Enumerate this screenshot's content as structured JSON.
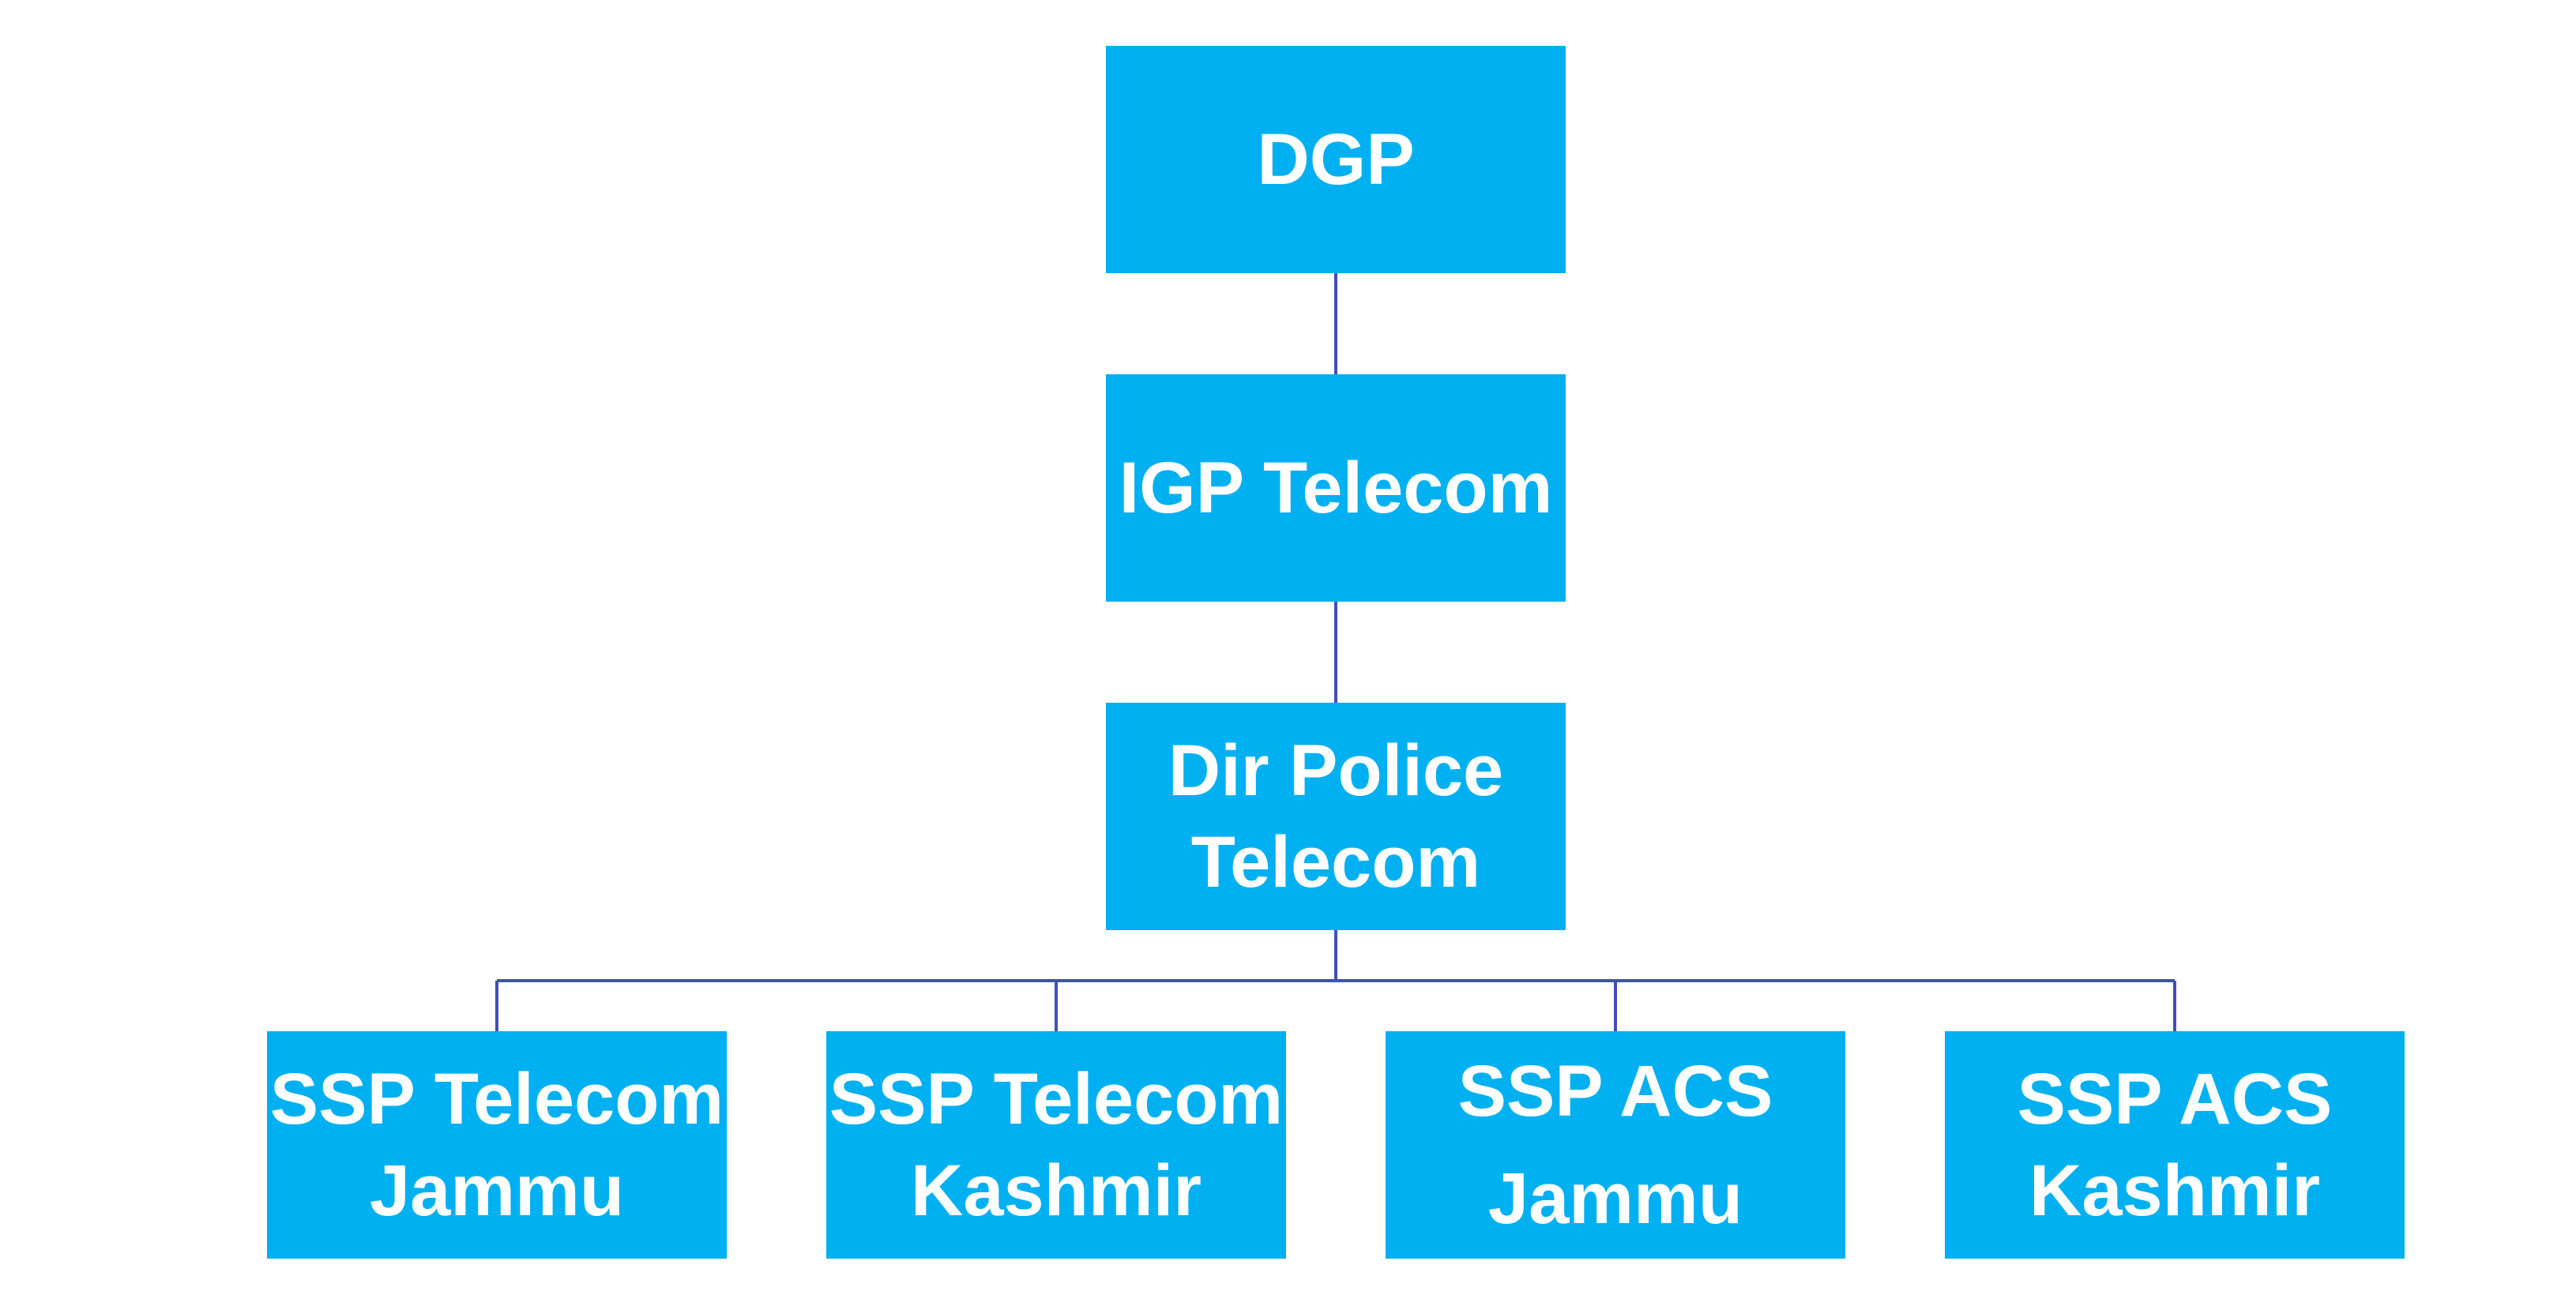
{
  "colors": {
    "box_fill": "#00B0F0",
    "box_text": "#FFFFFF",
    "connector": "#3F51B5"
  },
  "org_chart": {
    "root": {
      "lines": [
        "DGP"
      ]
    },
    "level2": {
      "lines": [
        "IGP Telecom"
      ]
    },
    "level3": {
      "lines": [
        "Dir Police",
        "Telecom"
      ]
    },
    "leaves": [
      {
        "lines": [
          "SSP Telecom",
          "Jammu"
        ]
      },
      {
        "lines": [
          "SSP Telecom",
          "Kashmir"
        ]
      },
      {
        "lines": [
          "SSP ACS",
          "Jammu"
        ]
      },
      {
        "lines": [
          "SSP ACS",
          "Kashmir"
        ]
      }
    ]
  }
}
